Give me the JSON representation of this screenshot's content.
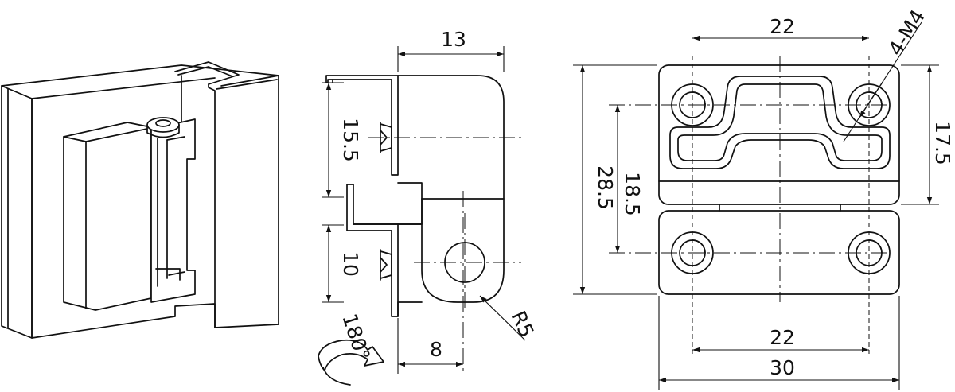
{
  "dimensions": {
    "side_width": "13",
    "side_upper": "15.5",
    "side_lower": "10",
    "side_offset": "8",
    "side_radius": "R5",
    "rotation": "180°",
    "front_top": "22",
    "front_thread": "4-M4",
    "front_right": "17.5",
    "front_total_h": "28.5",
    "front_inner_h": "18.5",
    "front_bottom": "22",
    "front_width": "30"
  }
}
